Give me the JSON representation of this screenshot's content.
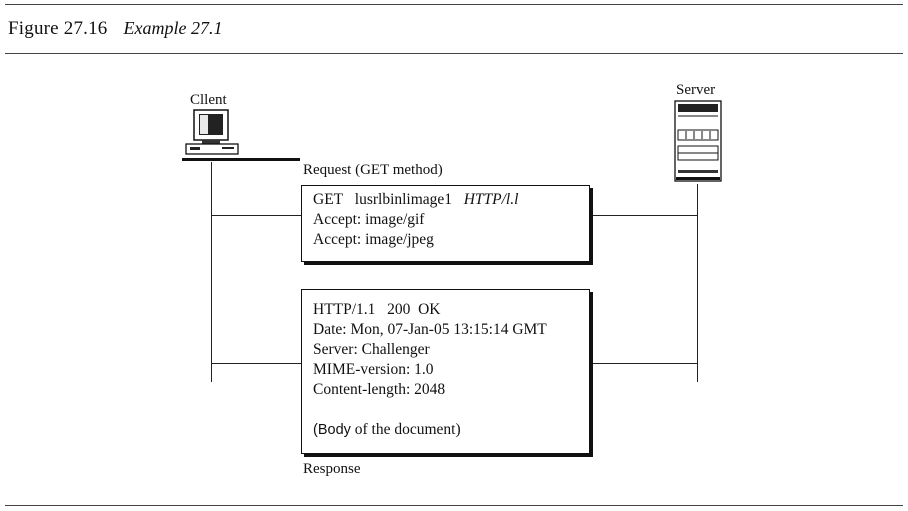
{
  "figure": {
    "number": "Figure 27.16",
    "caption": "Example 27.1"
  },
  "diagram": {
    "client_label": "Cllent",
    "server_label": "Server",
    "request_label": "Request (GET method)",
    "response_label": "Response",
    "request": {
      "method": "GET",
      "path": "lusrlbinlimage1",
      "version": "HTTP/l.l",
      "headers": [
        "Accept: image/gif",
        "Accept: image/jpeg"
      ]
    },
    "response": {
      "status_version": "HTTP/1.1",
      "status_code": "200",
      "status_text": "OK",
      "headers": [
        "Date: Mon, 07-Jan-05 13:15:14 GMT",
        "Server: Challenger",
        "MIME-version: 1.0",
        "Content-length: 2048"
      ],
      "body_prefix": "(Body",
      "body_suffix": " of the document)"
    }
  },
  "icons": [
    "computer-icon",
    "server-rack-icon"
  ]
}
